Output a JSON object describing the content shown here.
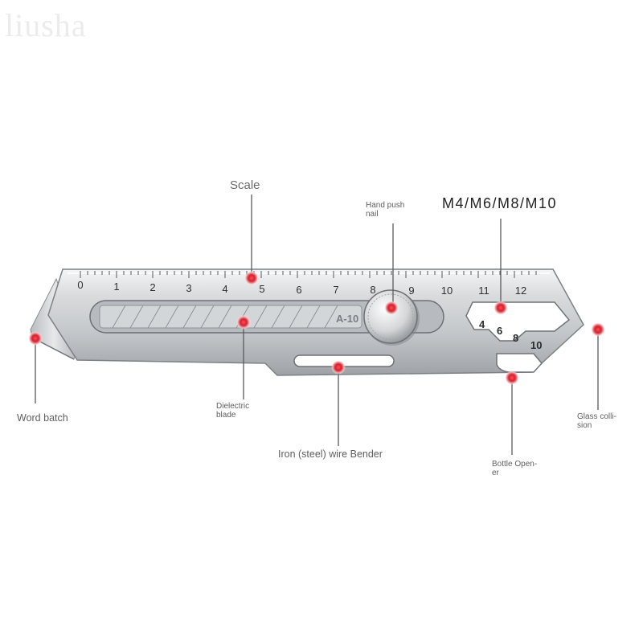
{
  "watermark": "liusha",
  "sizes_heading": "M4/M6/M8/M10",
  "ruler_ticks": [
    "0",
    "1",
    "2",
    "3",
    "4",
    "5",
    "6",
    "7",
    "8",
    "9",
    "10",
    "11",
    "12"
  ],
  "blade_marking": "A-10",
  "wrench_numbers": [
    "4",
    "6",
    "8",
    "10"
  ],
  "labels": {
    "scale": "Scale",
    "hand_push_nail_1": "Hand push",
    "hand_push_nail_2": "nail",
    "word_batch": "Word batch",
    "dielectric_blade_1": "Dielectric",
    "dielectric_blade_2": "blade",
    "wire_bender": "Iron (steel) wire Bender",
    "bottle_opener_1": "Bottle Open-",
    "bottle_opener_2": "er",
    "glass_collision_1": "Glass colli-",
    "glass_collision_2": "sion"
  },
  "colors": {
    "marker": "#d2222e",
    "leader": "#5a5a5a",
    "steel": "#cfd1d3"
  }
}
